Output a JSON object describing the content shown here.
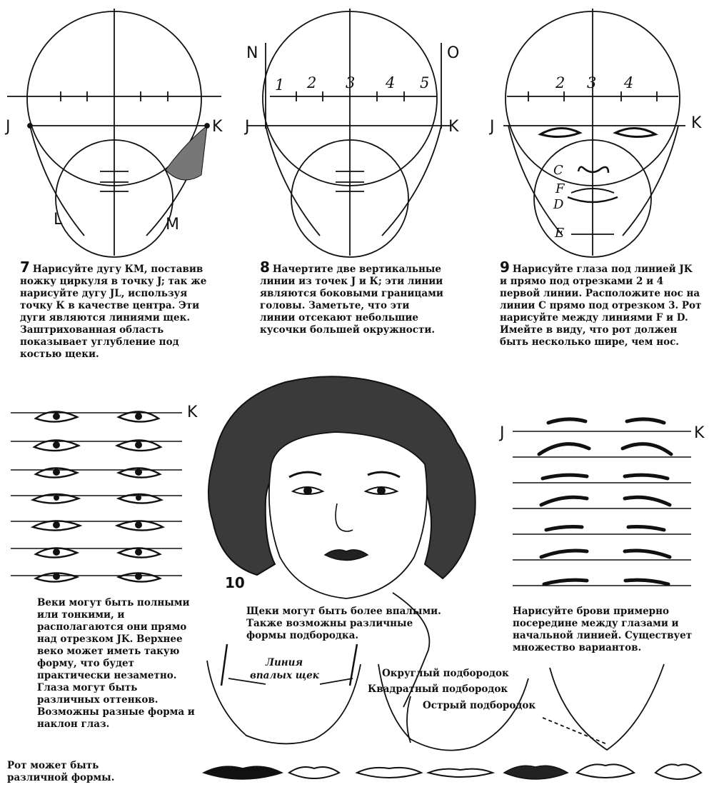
{
  "panel7": {
    "number": "7",
    "caption": "Нарисуйте дугу КМ, поставив ножку циркуля в точку J; так же нарисуйте дугу JL, используя точку К в качестве центра. Эти дуги являются линиями щек. Заштрихованная область показывает углубление под костью щеки.",
    "labels": {
      "J": "J",
      "K": "K",
      "L": "L",
      "M": "M"
    }
  },
  "panel8": {
    "number": "8",
    "caption": "Начертите две вертикальные линии из точек J и К; эти линии являются боковыми границами головы. Заметьте, что эти линии отсекают небольшие кусочки большей окружности.",
    "labels": {
      "N": "N",
      "O": "O",
      "J": "J",
      "K": "K",
      "n1": "1",
      "n2": "2",
      "n3": "3",
      "n4": "4",
      "n5": "5"
    }
  },
  "panel9": {
    "number": "9",
    "caption": "Нарисуйте глаза под линией JK и прямо под отрезками 2 и 4 первой линии. Расположите нос на линии С прямо под отрезком 3. Рот нарисуйте между линиями F и D. Имейте в виду, что рот должен быть несколько шире, чем нос.",
    "labels": {
      "J": "J",
      "K": "K",
      "n2": "2",
      "n3": "3",
      "n4": "4",
      "C": "C",
      "F": "F",
      "D": "D",
      "E": "E"
    }
  },
  "eyes": {
    "label_k": "K",
    "caption": "Веки могут быть полными или тонкими, и располагаются они прямо над отрезком JK. Верхнее веко может иметь такую форму, что будет практически незаметно. Глаза могут быть различных оттенков. Возможны разные форма и наклон глаз."
  },
  "portrait": {
    "number": "10",
    "caption": "Щеки могут быть более впалыми. Также возможны различные формы подбородка."
  },
  "brows": {
    "label_j": "J",
    "label_k": "K",
    "caption": "Нарисуйте брови примерно посередине между глазами и начальной линией. Существует множество вариантов."
  },
  "chins": {
    "cheek_label_line1": "Линия",
    "cheek_label_line2": "впалых щек",
    "round": "Округлый подбородок",
    "square": "Квадратный подбородок",
    "pointed": "Острый подбородок"
  },
  "mouths": {
    "caption": "Рот может быть различной формы."
  }
}
